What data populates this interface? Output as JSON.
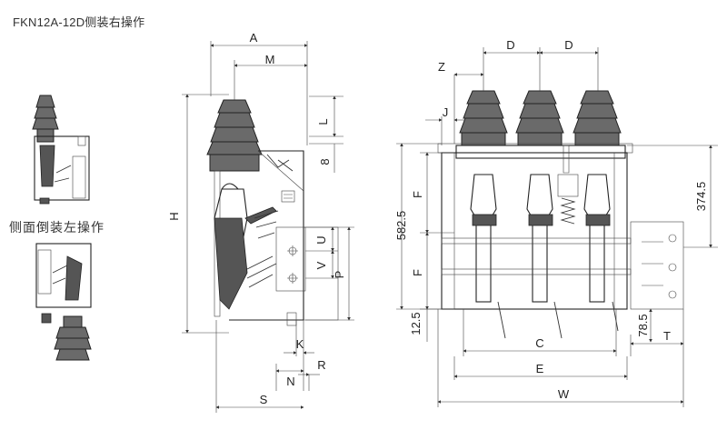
{
  "title": "FKN12A-12D侧装右操作",
  "side_caption": "侧面倒装左操作",
  "side_view_dims": {
    "A": "A",
    "M": "M",
    "L": "L",
    "eight": "8",
    "H": "H",
    "U": "U",
    "V": "V",
    "P": "P",
    "K": "K",
    "N": "N",
    "R": "R",
    "S": "S"
  },
  "front_view_dims": {
    "D1": "D",
    "D2": "D",
    "Z": "Z",
    "J": "J",
    "F1": "F",
    "F2": "F",
    "h582": "582.5",
    "h12": "12.5",
    "h374": "374.5",
    "h78": "78.5",
    "C": "C",
    "E": "E",
    "T": "T",
    "W": "W"
  }
}
